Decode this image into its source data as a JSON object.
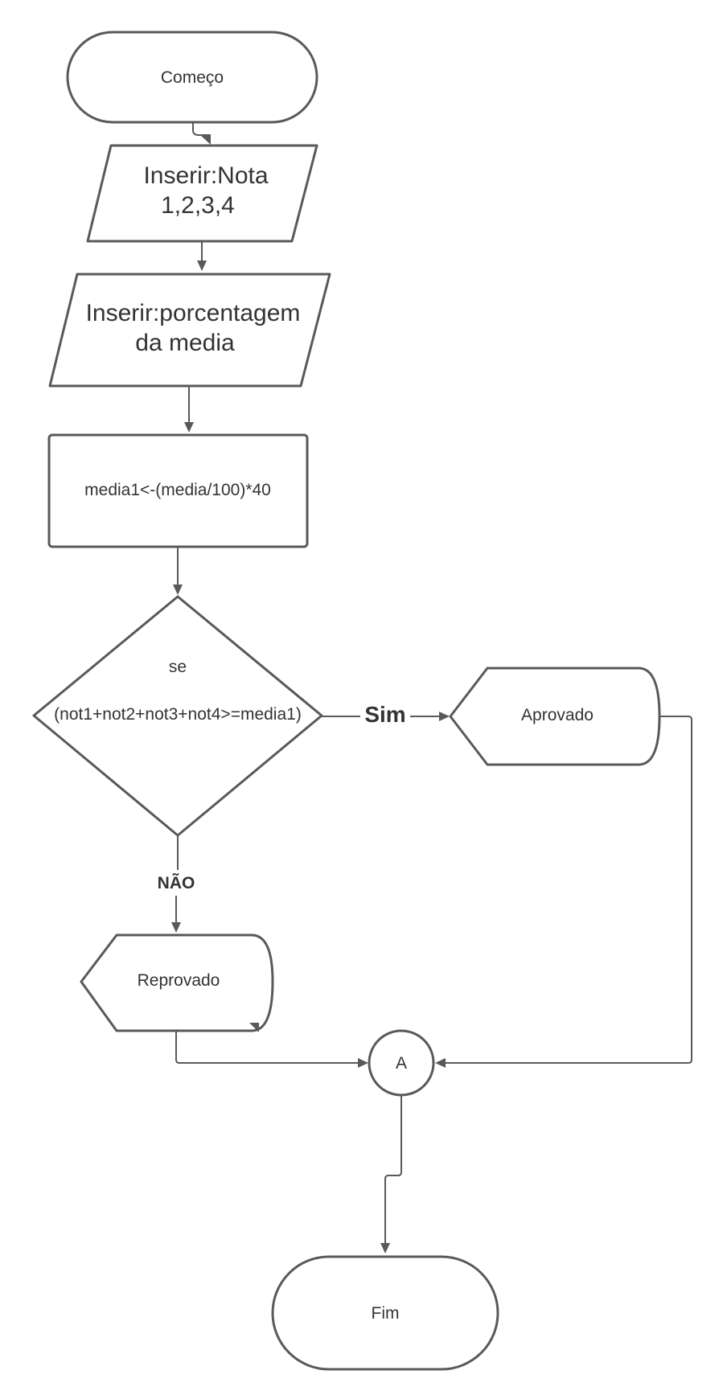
{
  "diagram": {
    "start": "Começo",
    "input_notes": {
      "line1": "Inserir:Nota",
      "line2": "1,2,3,4"
    },
    "input_percent": {
      "line1": "Inserir:porcentagem",
      "line2": "da media"
    },
    "process": "media1<-(media/100)*40",
    "decision": {
      "line1": "se",
      "line2": "(not1+not2+not3+not4>=media1)"
    },
    "yes_label": "Sim",
    "no_label": "NÃO",
    "approved": "Aprovado",
    "failed": "Reprovado",
    "connector": "A",
    "end": "Fim"
  },
  "colors": {
    "stroke": "#595959",
    "text": "#333333",
    "background": "#ffffff"
  }
}
